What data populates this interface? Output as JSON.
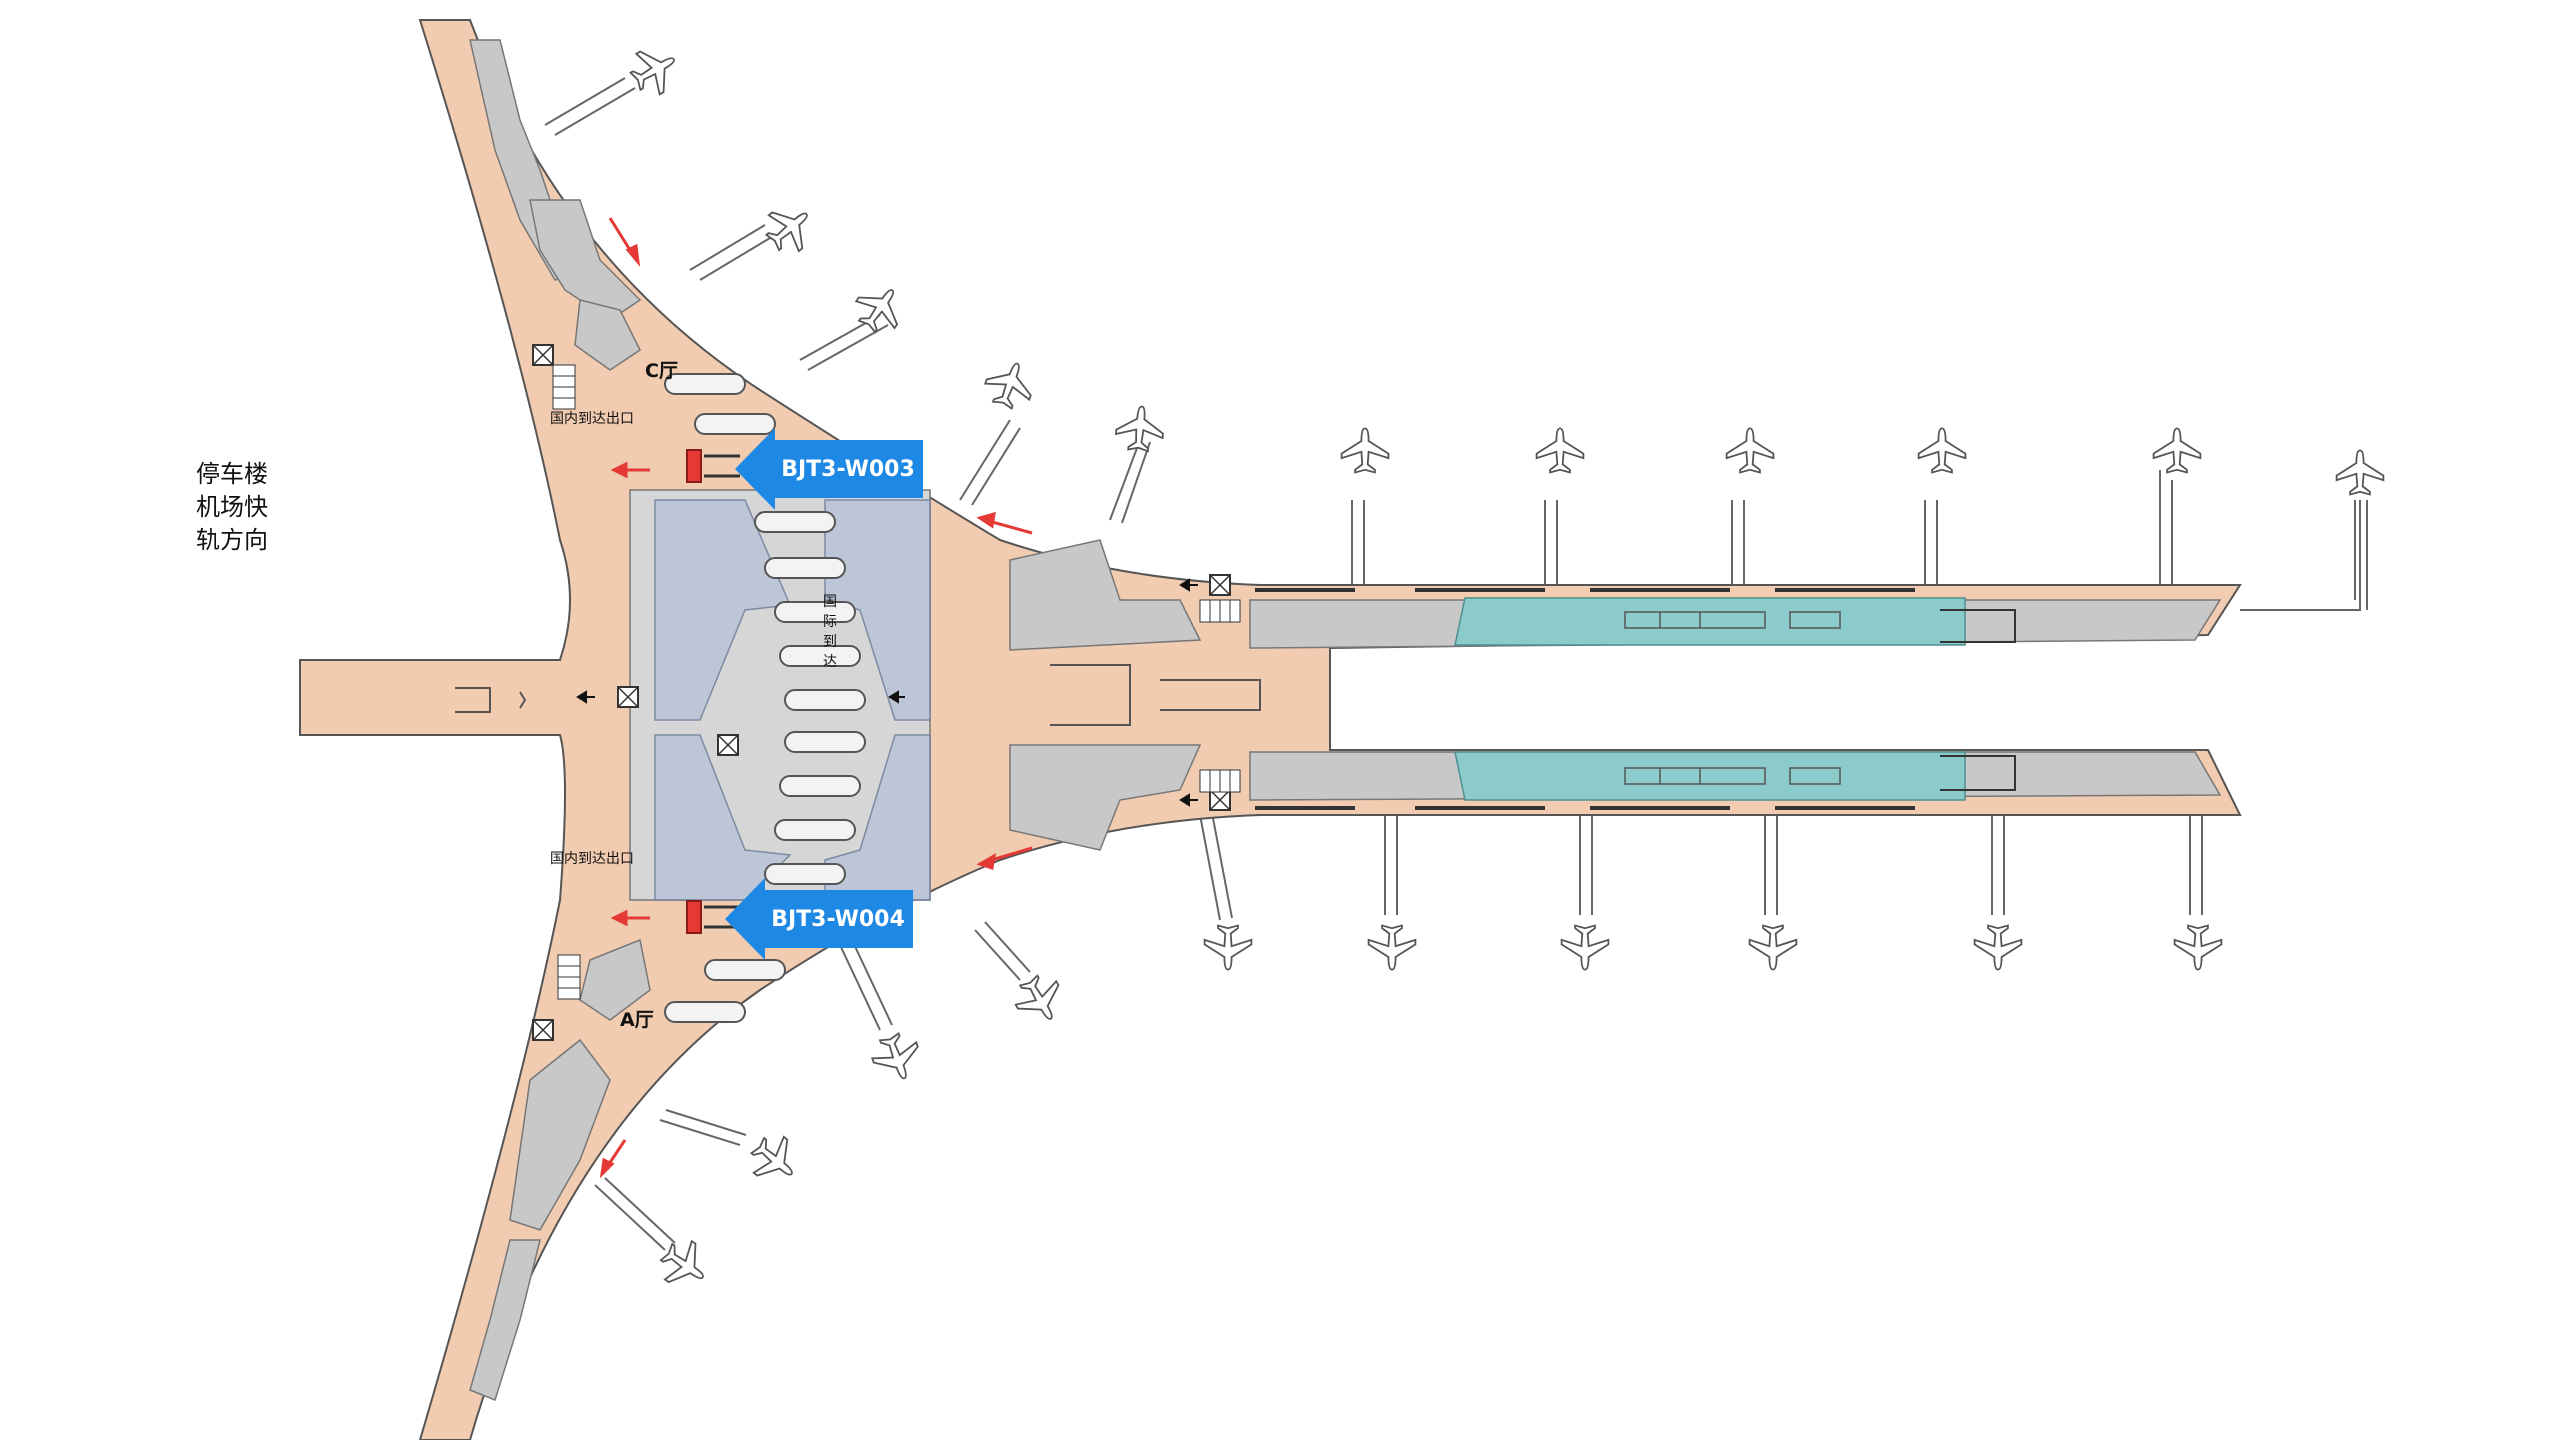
{
  "direction_label": {
    "lines": [
      "停车楼",
      "机场快",
      "轨方向"
    ]
  },
  "halls": {
    "c_hall": "C厅",
    "a_hall": "A厅"
  },
  "exits": {
    "domestic_exit_top": "国内到达出口",
    "domestic_exit_bottom": "国内到达出口"
  },
  "international_arrival": {
    "chars": [
      "国",
      "际",
      "到",
      "达"
    ]
  },
  "callouts": [
    {
      "code": "BJT3-W003"
    },
    {
      "code": "BJT3-W004"
    }
  ],
  "colors": {
    "terminal_fill": "#f2ccb0",
    "apron_fill": "#c8c8c8",
    "intl_zone_fill": "#b8c4d6",
    "pier_feature_fill": "#8ccbcc",
    "callout_blue": "#1e88e5",
    "arrow_red": "#e53935",
    "outline": "#555555"
  },
  "icons": [
    "airplane-icon",
    "stair-icon",
    "elevator-icon",
    "direction-arrow-icon",
    "ad-board-marker"
  ]
}
